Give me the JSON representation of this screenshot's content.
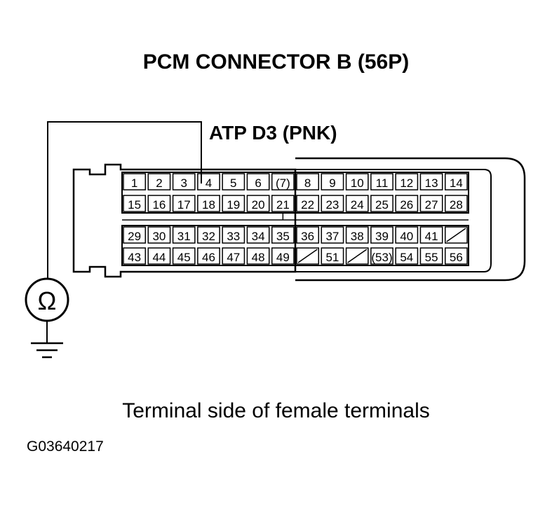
{
  "title": "PCM CONNECTOR B (56P)",
  "wire_label": "ATP D3 (PNK)",
  "caption": "Terminal side of female terminals",
  "figure_id": "G03640217",
  "meter_symbol": "Ω",
  "connector": {
    "rows": [
      [
        "1",
        "2",
        "3",
        "4",
        "5",
        "6",
        "(7)",
        "8",
        "9",
        "10",
        "11",
        "12",
        "13",
        "14"
      ],
      [
        "15",
        "16",
        "17",
        "18",
        "19",
        "20",
        "21",
        "22",
        "23",
        "24",
        "25",
        "26",
        "27",
        "28"
      ],
      [
        "29",
        "30",
        "31",
        "32",
        "33",
        "34",
        "35",
        "36",
        "37",
        "38",
        "39",
        "40",
        "41",
        ""
      ],
      [
        "43",
        "44",
        "45",
        "46",
        "47",
        "48",
        "49",
        "",
        "51",
        "",
        "(53)",
        "54",
        "55",
        "56"
      ]
    ],
    "probe_terminal": "4"
  }
}
